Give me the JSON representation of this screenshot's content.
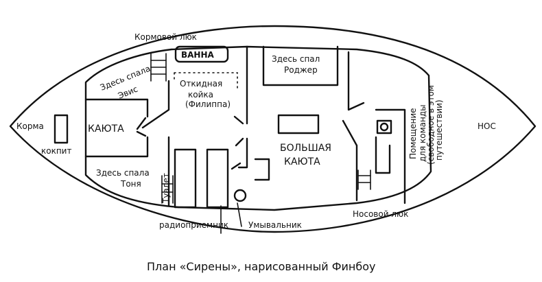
{
  "labels": {
    "stern_hatch": "Кормовой люк",
    "bath": "ВАННА",
    "folding_bed": [
      "Откидная",
      "койка",
      "(Филиппа)"
    ],
    "roger": [
      "Здесь спал",
      "Роджер"
    ],
    "evis": [
      "Здесь спала",
      "Эвис"
    ],
    "stern": "Корма",
    "cockpit": "кокпит",
    "cabin": "КАЮТА",
    "big_cabin": [
      "БОЛЬШАЯ",
      "КАЮТА"
    ],
    "tonya": [
      "Здесь спала",
      "Тоня"
    ],
    "toilet": "Туалет",
    "radio": "радиоприемник",
    "washbasin": "Умывальник",
    "bow_hatch": "Носовой люк",
    "bow": "НОС",
    "crew_room": [
      "Помещение",
      "для команды",
      "(свободное в этом",
      "путешествии)"
    ]
  },
  "caption": "План «Сирены», нарисованный Финбоу"
}
